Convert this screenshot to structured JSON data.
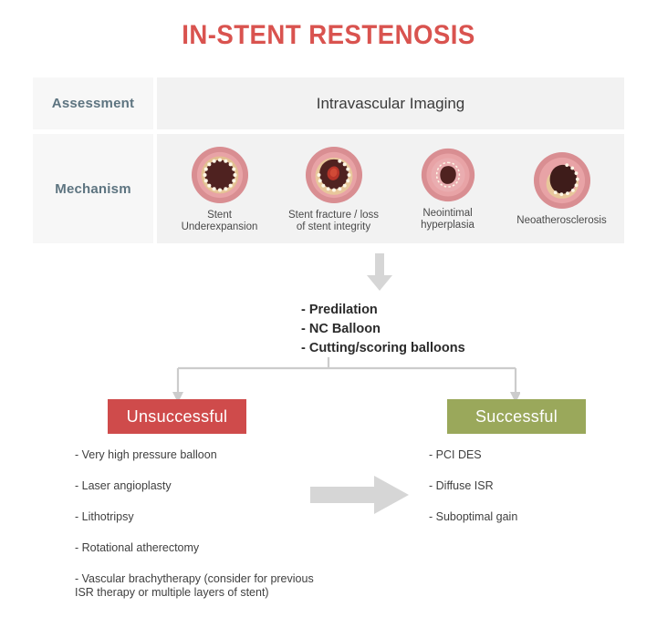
{
  "title": "IN-STENT RESTENOSIS",
  "colors": {
    "title": "#d9534f",
    "label": "#5d7480",
    "unsuccessful": "#cf4b4b",
    "successful": "#9aa85b",
    "arrow_gray": "#d3d3d3",
    "panel_label_bg": "#f7f7f7",
    "panel_body_bg": "#f2f2f2",
    "vessel_wall": "#d98e92",
    "vessel_media": "#e5a9ab",
    "plaque": "#e8c79b",
    "lumen": "#4f2220",
    "stent_strut": "#f7f1e4",
    "thrombus": "#b8352a"
  },
  "table": {
    "rows": [
      {
        "label": "Assessment",
        "value": "Intravascular Imaging"
      },
      {
        "label": "Mechanism",
        "items": [
          {
            "caption": "Stent\nUnderexpansion",
            "icon": "vessel-stent-underexpansion-icon"
          },
          {
            "caption": "Stent fracture / loss\nof stent integrity",
            "icon": "vessel-stent-fracture-icon"
          },
          {
            "caption": "Neointimal\nhyperplasia",
            "icon": "vessel-neointimal-hyperplasia-icon"
          },
          {
            "caption": "Neoatherosclerosis",
            "icon": "vessel-neoatherosclerosis-icon"
          }
        ]
      }
    ]
  },
  "treatment": {
    "lines": [
      "- Predilation",
      "- NC Balloon",
      "- Cutting/scoring balloons"
    ]
  },
  "outcomes": {
    "unsuccessful": {
      "label": "Unsuccessful",
      "items": [
        "- Very high pressure balloon",
        "- Laser angioplasty",
        "- Lithotripsy",
        "- Rotational atherectomy",
        "- Vascular brachytherapy (consider for previous\nISR therapy or multiple layers of stent)"
      ]
    },
    "successful": {
      "label": "Successful",
      "items": [
        "- PCI DES",
        "- Diffuse ISR",
        "- Suboptimal gain"
      ]
    }
  }
}
